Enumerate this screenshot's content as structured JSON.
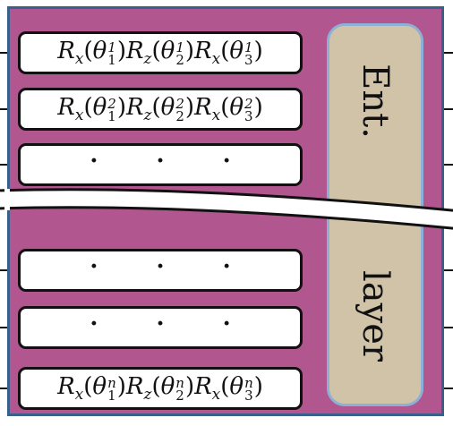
{
  "colors": {
    "background": "#b1568e",
    "frame_border": "#3b5f8c",
    "entangler_fill": "#d1c3a7",
    "entangler_border": "#8fb0d6",
    "gate_fill": "#ffffff",
    "wire": "#111111"
  },
  "gates": [
    {
      "kind": "formula",
      "qubit": "1",
      "ops": [
        "R",
        "R",
        "R"
      ],
      "axes": [
        "x",
        "z",
        "x"
      ],
      "theta": "θ",
      "params": [
        "1",
        "2",
        "3"
      ]
    },
    {
      "kind": "formula",
      "qubit": "2",
      "ops": [
        "R",
        "R",
        "R"
      ],
      "axes": [
        "x",
        "z",
        "x"
      ],
      "theta": "θ",
      "params": [
        "1",
        "2",
        "3"
      ]
    },
    {
      "kind": "dots",
      "text": "· · ·"
    },
    {
      "kind": "dots",
      "text": "· · ·"
    },
    {
      "kind": "dots",
      "text": "· · ·"
    },
    {
      "kind": "formula",
      "qubit": "n",
      "ops": [
        "R",
        "R",
        "R"
      ],
      "axes": [
        "x",
        "z",
        "x"
      ],
      "theta": "θ",
      "params": [
        "1",
        "2",
        "3"
      ]
    }
  ],
  "entangling_layer": {
    "label_top": "Ent.",
    "label_bottom": "layer"
  }
}
